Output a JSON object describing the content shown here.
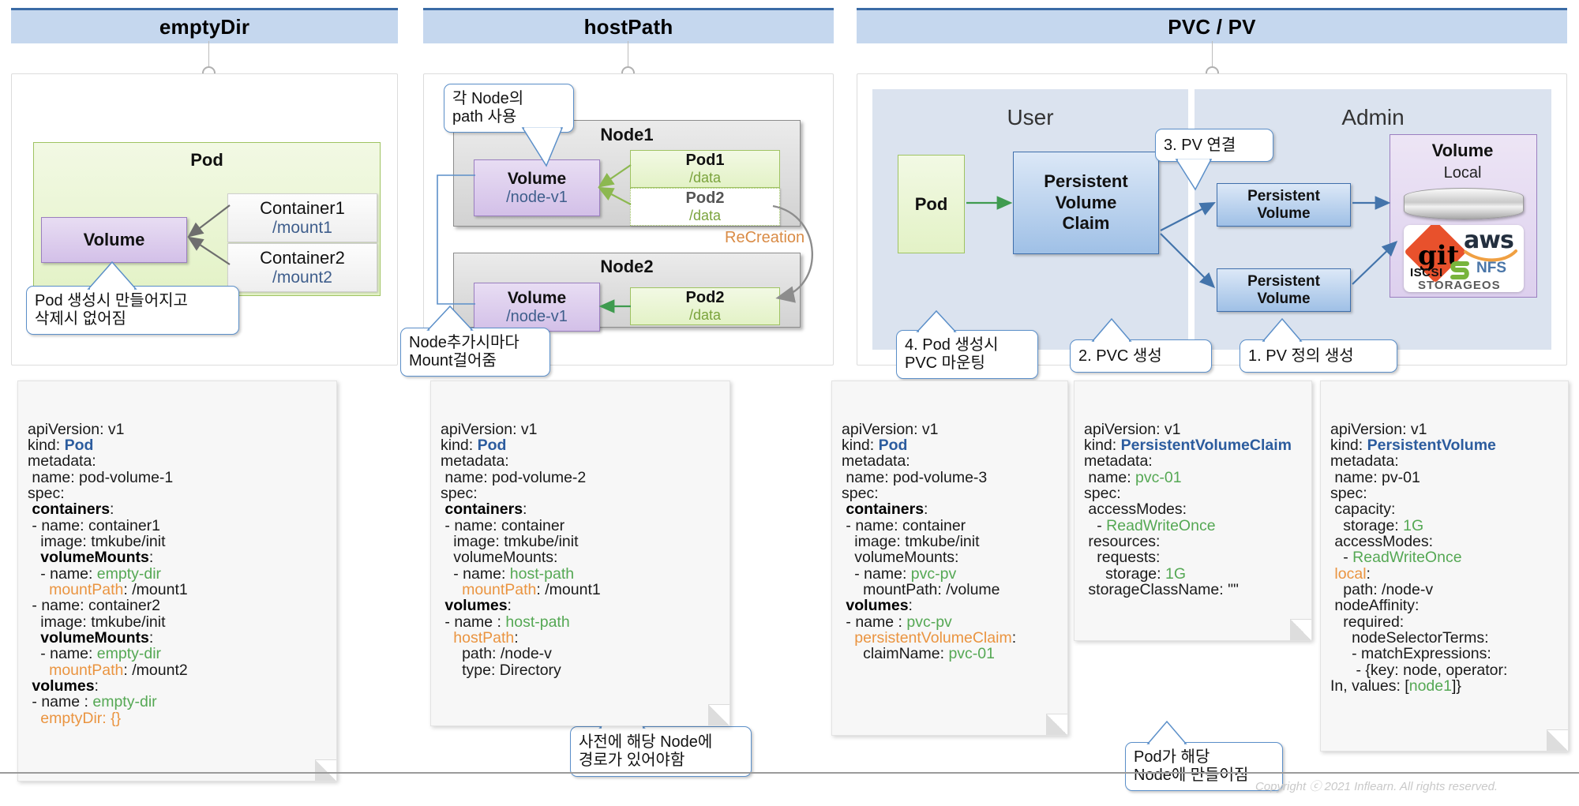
{
  "sections": [
    {
      "id": "emptydir",
      "title": "emptyDir"
    },
    {
      "id": "hostpath",
      "title": "hostPath"
    },
    {
      "id": "pvcpv",
      "title": "PVC / PV"
    }
  ],
  "emptydir": {
    "pod_label": "Pod",
    "volume_label": "Volume",
    "containers": [
      {
        "name": "Container1",
        "mount": "/mount1"
      },
      {
        "name": "Container2",
        "mount": "/mount2"
      }
    ],
    "callout": "Pod 생성시 만들어지고\n삭제시 없어짐"
  },
  "hostpath": {
    "callout_top": "각 Node의\npath 사용",
    "callout_bottom": "Node추가시마다\nMount걸어줌",
    "callout_note": "사전에 해당 Node에\n경로가 있어야함",
    "recreation_label": "ReCreation",
    "nodes": [
      {
        "name": "Node1",
        "volume_label": "Volume",
        "volume_path": "/node-v1",
        "pods": [
          {
            "name": "Pod1",
            "path": "/data",
            "state": "active"
          },
          {
            "name": "Pod2",
            "path": "/data",
            "state": "ghost"
          }
        ]
      },
      {
        "name": "Node2",
        "volume_label": "Volume",
        "volume_path": "/node-v1",
        "pods": [
          {
            "name": "Pod2",
            "path": "/data",
            "state": "active"
          }
        ]
      }
    ]
  },
  "pvcpv": {
    "user_pane": "User",
    "admin_pane": "Admin",
    "pod_label": "Pod",
    "pvc_label": "Persistent\nVolume\nClaim",
    "pv_labels": [
      "Persistent\nVolume",
      "Persistent\nVolume"
    ],
    "volume_title": "Volume",
    "volume_sub": "Local",
    "providers": [
      "git",
      "aws",
      "NFS",
      "ISCSI",
      "STORAGEOS"
    ],
    "callouts": [
      {
        "id": "pv-connect",
        "text": "3. PV 연결"
      },
      {
        "id": "pod-mount",
        "text": "4. Pod 생성시\nPVC 마운팅"
      },
      {
        "id": "pvc-create",
        "text": "2. PVC 생성"
      },
      {
        "id": "pv-define",
        "text": "1. PV 정의 생성"
      },
      {
        "id": "pod-node",
        "text": "Pod가 해당\nNode에 만들어짐"
      }
    ]
  },
  "notes": [
    {
      "id": "note-emptydir",
      "lines": [
        [
          {
            "t": "apiVersion: v1"
          }
        ],
        [
          {
            "t": "kind: "
          },
          {
            "t": "Pod",
            "c": "k-blue"
          }
        ],
        [
          {
            "t": "metadata:"
          }
        ],
        [
          {
            "t": " name: pod-volume-1"
          }
        ],
        [
          {
            "t": "spec:"
          }
        ],
        [
          {
            "t": " "
          },
          {
            "t": "containers",
            "c": "k-bold"
          },
          {
            "t": ":"
          }
        ],
        [
          {
            "t": " - name: container1"
          }
        ],
        [
          {
            "t": "   image: tmkube/init"
          }
        ],
        [
          {
            "t": "   "
          },
          {
            "t": "volumeMounts",
            "c": "k-bold"
          },
          {
            "t": ":"
          }
        ],
        [
          {
            "t": "   - name: "
          },
          {
            "t": "empty-dir",
            "c": "k-green"
          }
        ],
        [
          {
            "t": "     "
          },
          {
            "t": "mountPath",
            "c": "k-orange"
          },
          {
            "t": ": /mount1"
          }
        ],
        [
          {
            "t": " - name: container2"
          }
        ],
        [
          {
            "t": "   image: tmkube/init"
          }
        ],
        [
          {
            "t": "   "
          },
          {
            "t": "volumeMounts",
            "c": "k-bold"
          },
          {
            "t": ":"
          }
        ],
        [
          {
            "t": "   - name: "
          },
          {
            "t": "empty-dir",
            "c": "k-green"
          }
        ],
        [
          {
            "t": "     "
          },
          {
            "t": "mountPath",
            "c": "k-orange"
          },
          {
            "t": ": /mount2"
          }
        ],
        [
          {
            "t": " "
          },
          {
            "t": "volumes",
            "c": "k-bold"
          },
          {
            "t": ":"
          }
        ],
        [
          {
            "t": " - name : "
          },
          {
            "t": "empty-dir",
            "c": "k-green"
          }
        ],
        [
          {
            "t": "   "
          },
          {
            "t": "emptyDir: {}",
            "c": "k-orange"
          }
        ]
      ]
    },
    {
      "id": "note-hostpath",
      "lines": [
        [
          {
            "t": "apiVersion: v1"
          }
        ],
        [
          {
            "t": "kind: "
          },
          {
            "t": "Pod",
            "c": "k-blue"
          }
        ],
        [
          {
            "t": "metadata:"
          }
        ],
        [
          {
            "t": " name: pod-volume-2"
          }
        ],
        [
          {
            "t": "spec:"
          }
        ],
        [
          {
            "t": " "
          },
          {
            "t": "containers",
            "c": "k-bold"
          },
          {
            "t": ":"
          }
        ],
        [
          {
            "t": " - name: container"
          }
        ],
        [
          {
            "t": "   image: tmkube/init"
          }
        ],
        [
          {
            "t": "   volumeMounts:"
          }
        ],
        [
          {
            "t": "   - name: "
          },
          {
            "t": "host-path",
            "c": "k-green"
          }
        ],
        [
          {
            "t": "     "
          },
          {
            "t": "mountPath",
            "c": "k-orange"
          },
          {
            "t": ": /mount1"
          }
        ],
        [
          {
            "t": " "
          },
          {
            "t": "volumes",
            "c": "k-bold"
          },
          {
            "t": ":"
          }
        ],
        [
          {
            "t": " - name : "
          },
          {
            "t": "host-path",
            "c": "k-green"
          }
        ],
        [
          {
            "t": "   "
          },
          {
            "t": "hostPath",
            "c": "k-orange"
          },
          {
            "t": ":"
          }
        ],
        [
          {
            "t": "     path: /node-v"
          }
        ],
        [
          {
            "t": "     type: Directory"
          }
        ]
      ]
    },
    {
      "id": "note-pvc-pod",
      "lines": [
        [
          {
            "t": "apiVersion: v1"
          }
        ],
        [
          {
            "t": "kind: "
          },
          {
            "t": "Pod",
            "c": "k-blue"
          }
        ],
        [
          {
            "t": "metadata:"
          }
        ],
        [
          {
            "t": " name: pod-volume-3"
          }
        ],
        [
          {
            "t": "spec:"
          }
        ],
        [
          {
            "t": " "
          },
          {
            "t": "containers",
            "c": "k-bold"
          },
          {
            "t": ":"
          }
        ],
        [
          {
            "t": " - name: container"
          }
        ],
        [
          {
            "t": "   image: tmkube/init"
          }
        ],
        [
          {
            "t": "   volumeMounts:"
          }
        ],
        [
          {
            "t": "   - name: "
          },
          {
            "t": "pvc-pv",
            "c": "k-green"
          }
        ],
        [
          {
            "t": "     mountPath: /volume"
          }
        ],
        [
          {
            "t": " "
          },
          {
            "t": "volumes",
            "c": "k-bold"
          },
          {
            "t": ":"
          }
        ],
        [
          {
            "t": " - name : "
          },
          {
            "t": "pvc-pv",
            "c": "k-green"
          }
        ],
        [
          {
            "t": "   "
          },
          {
            "t": "persistentVolumeClaim",
            "c": "k-orange"
          },
          {
            "t": ":"
          }
        ],
        [
          {
            "t": "     claimName: "
          },
          {
            "t": "pvc-01",
            "c": "k-green"
          }
        ]
      ]
    },
    {
      "id": "note-pvc",
      "lines": [
        [
          {
            "t": "apiVersion: v1"
          }
        ],
        [
          {
            "t": "kind: "
          },
          {
            "t": "PersistentVolumeClaim",
            "c": "k-blue"
          }
        ],
        [
          {
            "t": "metadata:"
          }
        ],
        [
          {
            "t": " name: "
          },
          {
            "t": "pvc-01",
            "c": "k-green"
          }
        ],
        [
          {
            "t": "spec:"
          }
        ],
        [
          {
            "t": " accessModes:"
          }
        ],
        [
          {
            "t": "   - "
          },
          {
            "t": "ReadWriteOnce",
            "c": "k-green"
          }
        ],
        [
          {
            "t": " resources:"
          }
        ],
        [
          {
            "t": "   requests:"
          }
        ],
        [
          {
            "t": "     storage: "
          },
          {
            "t": "1G",
            "c": "k-green"
          }
        ],
        [
          {
            "t": " storageClassName: \"\""
          }
        ]
      ]
    },
    {
      "id": "note-pv",
      "lines": [
        [
          {
            "t": "apiVersion: v1"
          }
        ],
        [
          {
            "t": "kind: "
          },
          {
            "t": "PersistentVolume",
            "c": "k-blue"
          }
        ],
        [
          {
            "t": "metadata:"
          }
        ],
        [
          {
            "t": " name: pv-01"
          }
        ],
        [
          {
            "t": "spec:"
          }
        ],
        [
          {
            "t": " capacity:"
          }
        ],
        [
          {
            "t": "   storage: "
          },
          {
            "t": "1G",
            "c": "k-green"
          }
        ],
        [
          {
            "t": " accessModes:"
          }
        ],
        [
          {
            "t": "   - "
          },
          {
            "t": "ReadWriteOnce",
            "c": "k-green"
          }
        ],
        [
          {
            "t": " "
          },
          {
            "t": "local",
            "c": "k-orange"
          },
          {
            "t": ":"
          }
        ],
        [
          {
            "t": "   path: /node-v"
          }
        ],
        [
          {
            "t": " nodeAffinity:"
          }
        ],
        [
          {
            "t": "   required:"
          }
        ],
        [
          {
            "t": "     nodeSelectorTerms:"
          }
        ],
        [
          {
            "t": "     - matchExpressions:"
          }
        ],
        [
          {
            "t": "      - {key: node, operator:"
          }
        ],
        [
          {
            "t": "In, values: ["
          },
          {
            "t": "node1",
            "c": "k-green"
          },
          {
            "t": "]}"
          }
        ]
      ]
    }
  ],
  "footer": {
    "copyright": "Copyright ⓒ 2021 Inflearn. All rights reserved."
  }
}
